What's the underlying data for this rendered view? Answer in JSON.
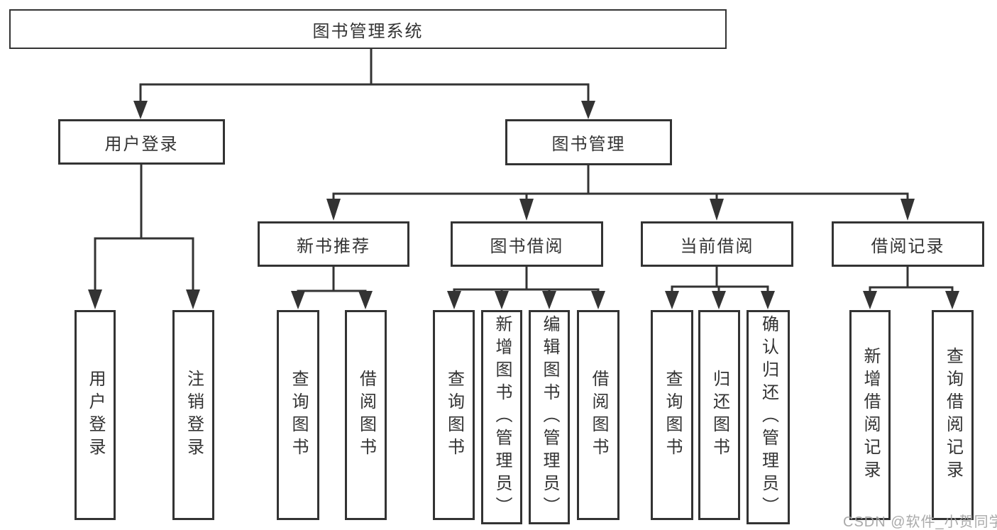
{
  "tree": {
    "root": "图书管理系统",
    "branches": [
      {
        "label": "用户登录",
        "leaves": [
          "用户登录",
          "注销登录"
        ]
      },
      {
        "label": "图书管理",
        "sections": [
          {
            "label": "新书推荐",
            "leaves": [
              "查询图书",
              "借阅图书"
            ]
          },
          {
            "label": "图书借阅",
            "leaves": [
              "查询图书",
              "新增图书（管理员）",
              "编辑图书（管理员）",
              "借阅图书"
            ]
          },
          {
            "label": "当前借阅",
            "leaves": [
              "查询图书",
              "归还图书",
              "确认归还（管理员）"
            ]
          },
          {
            "label": "借阅记录",
            "leaves": [
              "新增借阅记录",
              "查询借阅记录"
            ]
          }
        ]
      }
    ]
  },
  "watermark": "CSDN @软件_小贺同学",
  "colors": {
    "line": "#333333",
    "text": "#333333",
    "watermark": "#a3a3a3",
    "background": "#ffffff"
  }
}
